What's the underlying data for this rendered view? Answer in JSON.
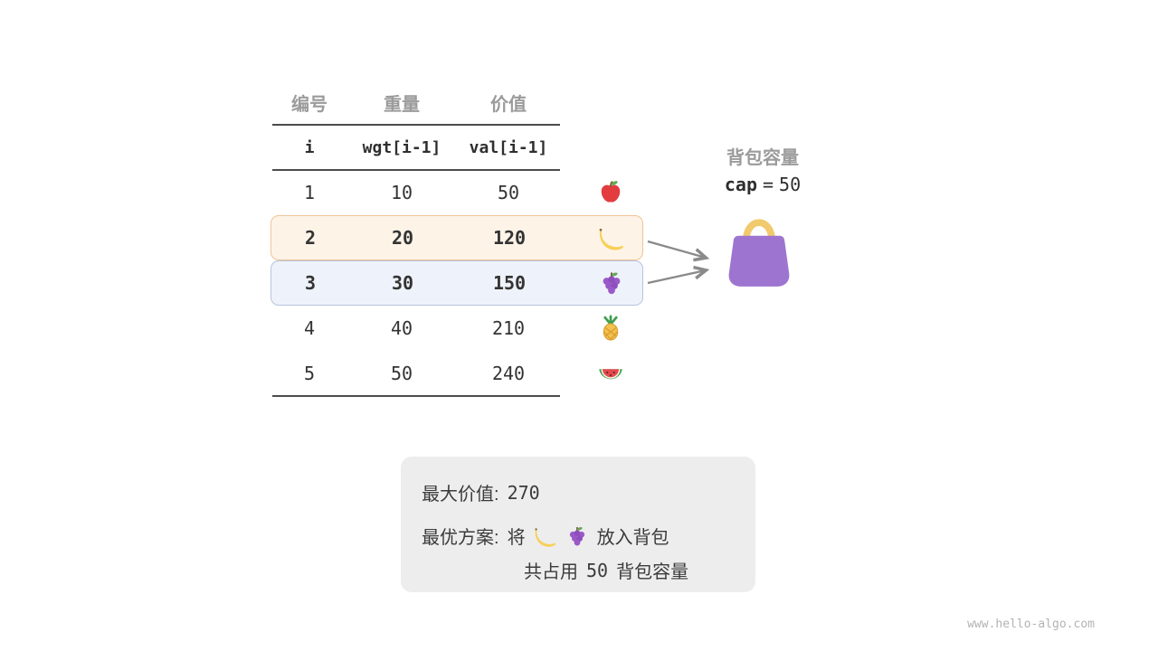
{
  "table": {
    "headers": {
      "num": "编号",
      "weight": "重量",
      "value": "价值"
    },
    "code_headers": {
      "i": "i",
      "wgt": "wgt[i-1]",
      "val": "val[i-1]"
    },
    "rows": [
      {
        "i": "1",
        "wgt": "10",
        "val": "50",
        "fruit": "apple"
      },
      {
        "i": "2",
        "wgt": "20",
        "val": "120",
        "fruit": "banana"
      },
      {
        "i": "3",
        "wgt": "30",
        "val": "150",
        "fruit": "grapes"
      },
      {
        "i": "4",
        "wgt": "40",
        "val": "210",
        "fruit": "pineapple"
      },
      {
        "i": "5",
        "wgt": "50",
        "val": "240",
        "fruit": "watermelon"
      }
    ]
  },
  "knapsack": {
    "title": "背包容量",
    "cap_keyword": "cap",
    "equals": "=",
    "value": "50"
  },
  "result": {
    "line1_label": "最大价值:",
    "line1_value": "270",
    "line2_label": "最优方案:",
    "line2_pre": "将",
    "line2_post": "放入背包",
    "line3_pre": "共占用",
    "line3_value": "50",
    "line3_post": "背包容量"
  },
  "watermark": "www.hello-algo.com",
  "colors": {
    "highlight_orange_bg": "#fdf3e7",
    "highlight_orange_border": "#f0c497",
    "highlight_blue_bg": "#eef2fa",
    "highlight_blue_border": "#b7c4de",
    "bag_body": "#9d75d0",
    "bag_handle": "#f1ca6e",
    "arrow": "#8a8a8a",
    "header_text": "#9b9b9b"
  }
}
